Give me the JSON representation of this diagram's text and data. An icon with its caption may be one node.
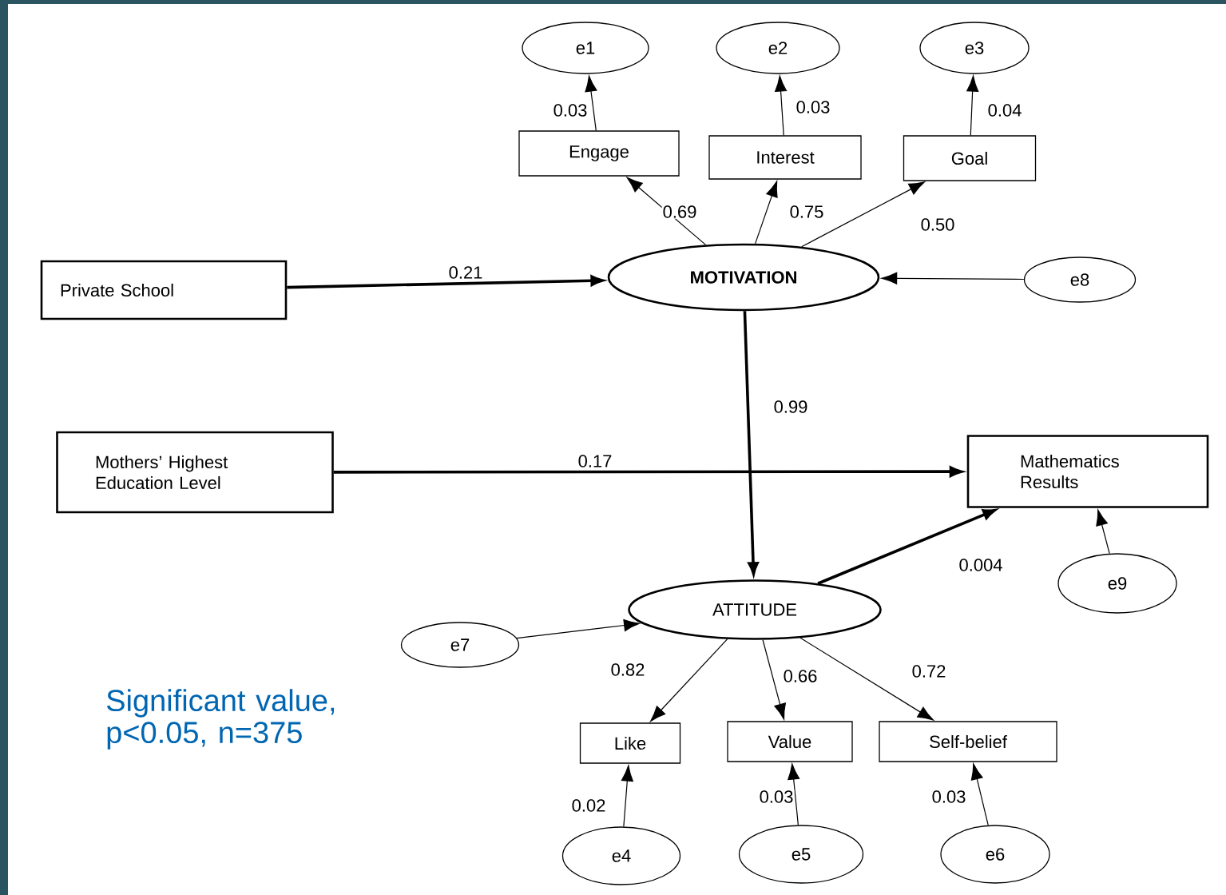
{
  "diagram": {
    "nodes": [
      {
        "text": [
          "e1"
        ]
      },
      {
        "text": [
          "e2"
        ]
      },
      {
        "text": [
          "e3"
        ]
      },
      {
        "text": [
          "Engage"
        ]
      },
      {
        "text": [
          "Interest"
        ]
      },
      {
        "text": [
          "Goal"
        ]
      },
      {
        "text": [
          "Private School"
        ]
      },
      {
        "text": [
          "MOTIVATION"
        ]
      },
      {
        "text": [
          "e8"
        ]
      },
      {
        "text": [
          "Mothers’ Highest Education Level"
        ]
      },
      {
        "text": [
          "Mathematics Results"
        ]
      },
      {
        "text": [
          "e9"
        ]
      },
      {
        "text": [
          "e7"
        ]
      },
      {
        "text": [
          "ATTITUDE"
        ]
      },
      {
        "text": [
          "Like"
        ]
      },
      {
        "text": [
          "Value"
        ]
      },
      {
        "text": [
          "Self-belief"
        ]
      },
      {
        "text": [
          "e4"
        ]
      },
      {
        "text": [
          "e5"
        ]
      },
      {
        "text": [
          "e6"
        ]
      }
    ],
    "edges": [
      {
        "from": 3,
        "to": 0,
        "arrow": "to",
        "label": "0.03"
      },
      {
        "from": 4,
        "to": 1,
        "arrow": "to",
        "label": "0.03"
      },
      {
        "from": 5,
        "to": 2,
        "arrow": "to",
        "label": "0.04"
      },
      {
        "from": 7,
        "to": 3,
        "arrow": "to",
        "label": "0.69"
      },
      {
        "from": 7,
        "to": 4,
        "arrow": "to",
        "label": "0.75"
      },
      {
        "from": 7,
        "to": 5,
        "arrow": "to",
        "label": "0.50"
      },
      {
        "from": 6,
        "to": 7,
        "arrow": "to",
        "label": "0.21",
        "style": "thick"
      },
      {
        "from": 8,
        "to": 7,
        "arrow": "to"
      },
      {
        "from": 7,
        "to": 13,
        "arrow": "to",
        "label": "0.99",
        "style": "thick"
      },
      {
        "from": 9,
        "to": 10,
        "arrow": "to",
        "label": "0.17",
        "style": "thick"
      },
      {
        "from": 13,
        "to": 10,
        "arrow": "to",
        "label": "0.004",
        "style": "thick"
      },
      {
        "from": 11,
        "to": 10,
        "arrow": "to"
      },
      {
        "from": 12,
        "to": 13,
        "arrow": "to"
      },
      {
        "from": 13,
        "to": 14,
        "arrow": "to",
        "label": "0.82"
      },
      {
        "from": 13,
        "to": 15,
        "arrow": "to",
        "label": "0.66"
      },
      {
        "from": 13,
        "to": 16,
        "arrow": "to",
        "label": "0.72"
      },
      {
        "from": 17,
        "to": 14,
        "arrow": "to",
        "label": "0.02"
      },
      {
        "from": 18,
        "to": 15,
        "arrow": "to",
        "label": "0.03"
      },
      {
        "from": 19,
        "to": 16,
        "arrow": "to",
        "label": "0.03"
      }
    ],
    "labels": [
      "Significant value, p<0.05, n=375"
    ]
  }
}
